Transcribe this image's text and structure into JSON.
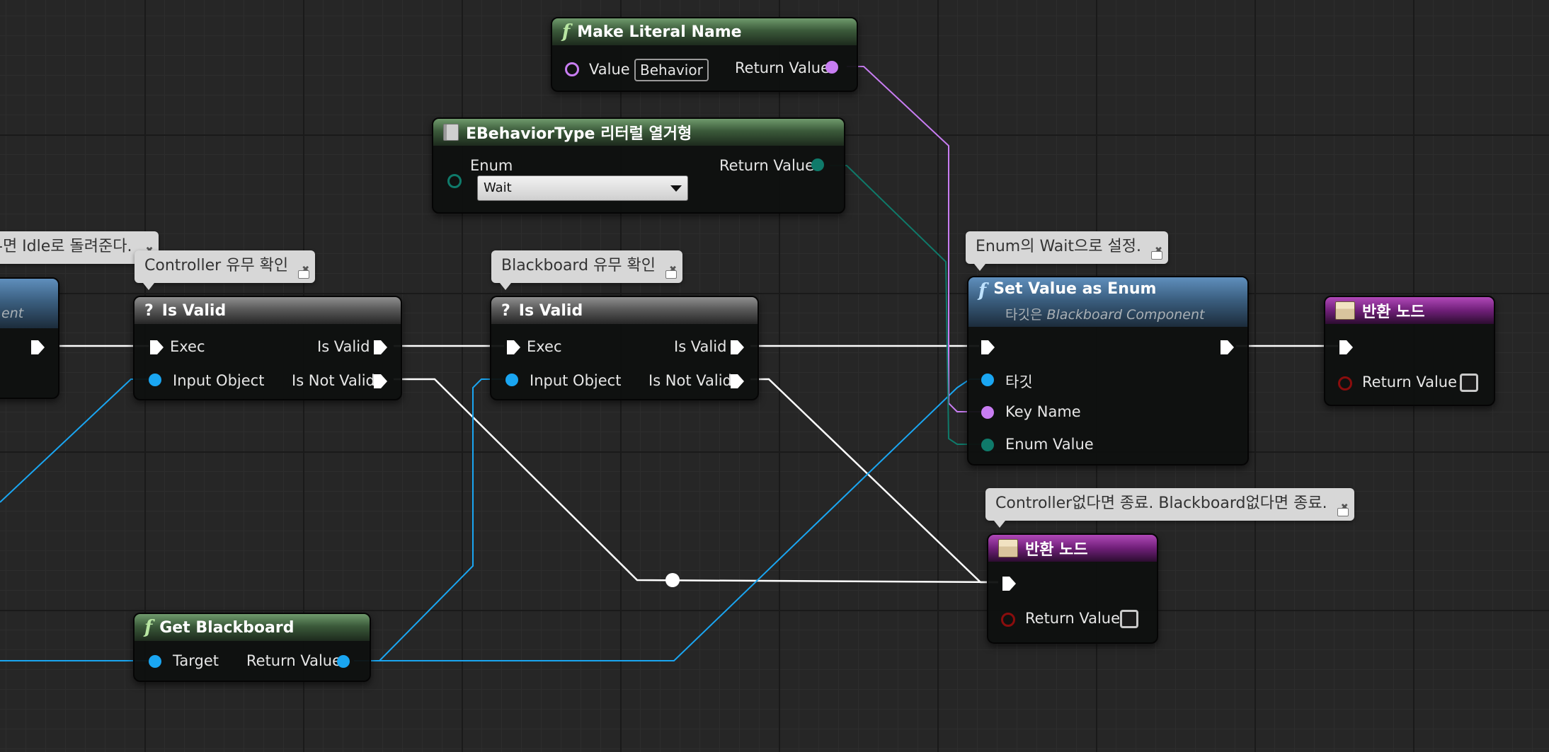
{
  "colors": {
    "exec": "#ffffff",
    "object": "#1aa6f2",
    "name": "#c87df2",
    "enum": "#0f7a6a",
    "return_red": "#8a0d0d"
  },
  "comments": {
    "left_partial": "-면 Idle로 돌려준다.",
    "controller_check": "Controller 유무 확인",
    "blackboard_check": "Blackboard 유무 확인",
    "enum_set": "Enum의 Wait으로 설정.",
    "terminate": "Controller없다면 종료. Blackboard없다면 종료."
  },
  "nodes": {
    "left_partial": {
      "subtitle_tail": "ent"
    },
    "make_literal_name": {
      "title": "Make Literal Name",
      "value_label": "Value",
      "value_text": "Behavior",
      "return_label": "Return Value"
    },
    "enum_literal": {
      "title": "EBehaviorType 리터럴 열거형",
      "enum_label": "Enum",
      "selected_option": "Wait",
      "return_label": "Return Value"
    },
    "is_valid_1": {
      "title": "Is Valid",
      "exec_label": "Exec",
      "input_label": "Input Object",
      "valid_label": "Is Valid",
      "not_valid_label": "Is Not Valid"
    },
    "is_valid_2": {
      "title": "Is Valid",
      "exec_label": "Exec",
      "input_label": "Input Object",
      "valid_label": "Is Valid",
      "not_valid_label": "Is Not Valid"
    },
    "set_value_as_enum": {
      "title": "Set Value as Enum",
      "subtitle_prefix": "타깃은 ",
      "subtitle_target": "Blackboard Component",
      "target_label": "타깃",
      "key_label": "Key Name",
      "enum_label": "Enum Value"
    },
    "return_node_1": {
      "title": "반환 노드",
      "return_label": "Return Value"
    },
    "return_node_2": {
      "title": "반환 노드",
      "return_label": "Return Value"
    },
    "get_blackboard": {
      "title": "Get Blackboard",
      "target_label": "Target",
      "return_label": "Return Value"
    }
  }
}
